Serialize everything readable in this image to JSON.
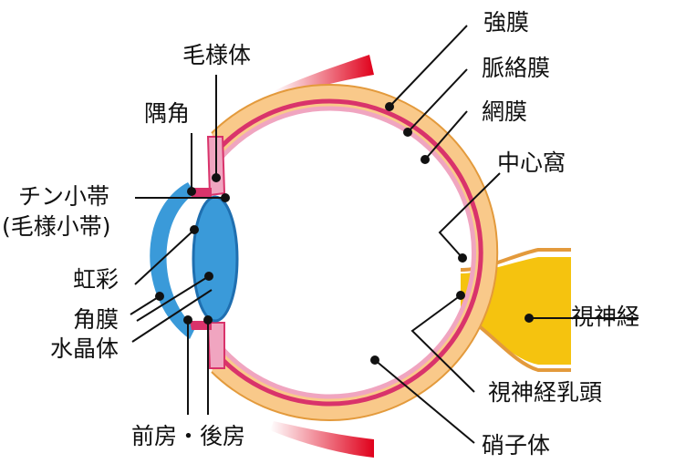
{
  "diagram": {
    "labels": {
      "sclera": "強膜",
      "choroid": "脈絡膜",
      "retina": "網膜",
      "fovea": "中心窩",
      "ciliary_body": "毛様体",
      "angle": "隅角",
      "zonule": "チン小帯",
      "zonule_alt": "(毛様小帯)",
      "iris": "虹彩",
      "cornea": "角膜",
      "lens": "水晶体",
      "chambers": "前房・後房",
      "optic_nerve": "視神経",
      "optic_disc": "視神経乳頭",
      "vitreous": "硝子体"
    },
    "colors": {
      "sclera": "#f9c98a",
      "sclera_edge": "#e39a3c",
      "choroid": "#d9336b",
      "choroid_light": "#f0a5c0",
      "cornea": "#3a9ad9",
      "lens": "#3a9ad9",
      "lens_edge": "#1f6fb0",
      "optic_nerve": "#f5c30f",
      "muscle": "#e0001b",
      "pointer": "#111111"
    }
  }
}
